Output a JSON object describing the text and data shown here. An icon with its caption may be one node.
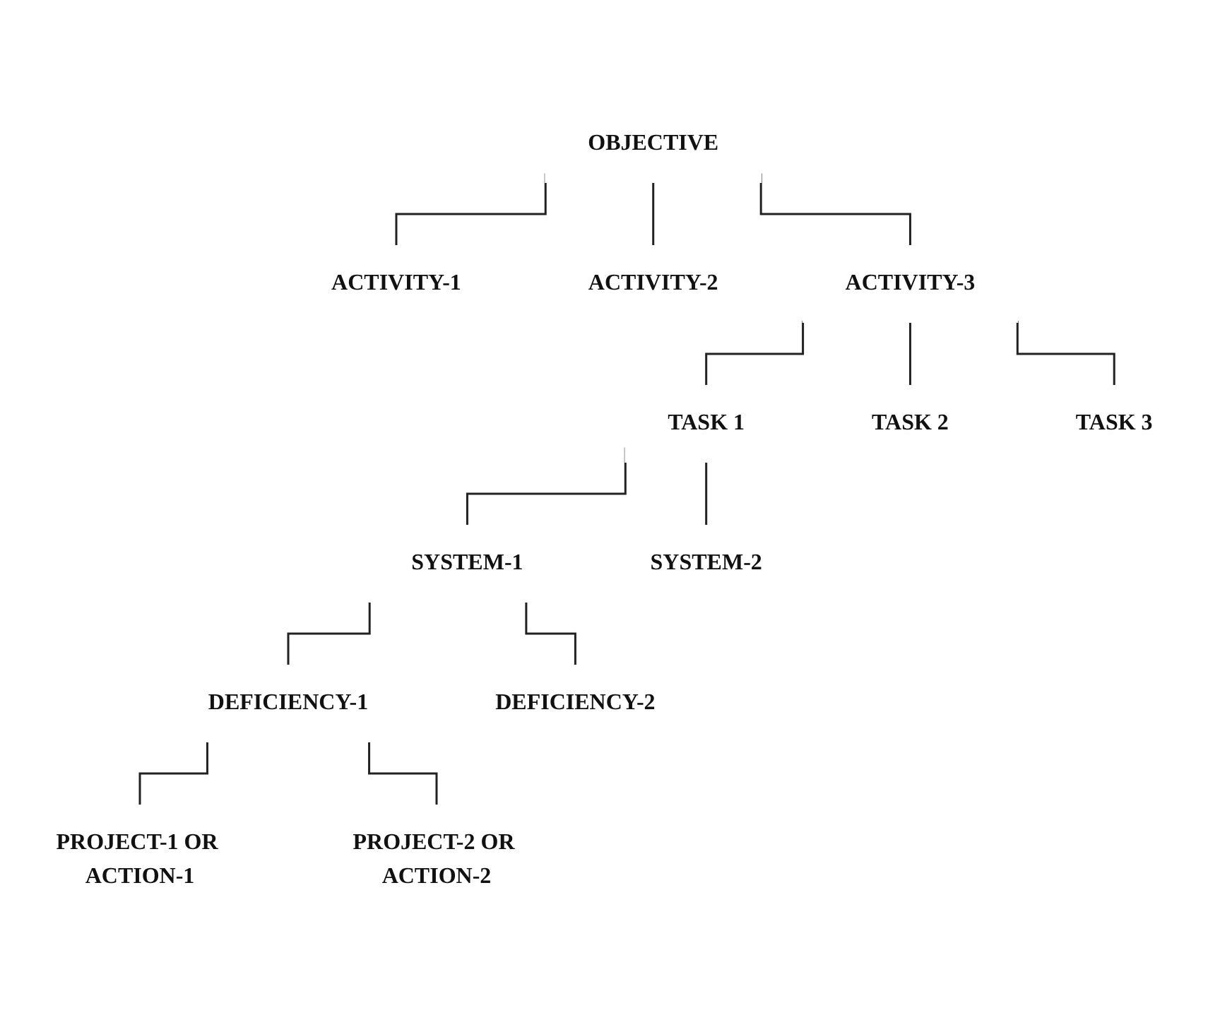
{
  "diagram": {
    "nodes": [
      {
        "text": [
          "OBJECTIVE"
        ]
      },
      {
        "text": [
          "ACTIVITY-1"
        ]
      },
      {
        "text": [
          "ACTIVITY-2"
        ]
      },
      {
        "text": [
          "ACTIVITY-3"
        ]
      },
      {
        "text": [
          "TASK 1"
        ]
      },
      {
        "text": [
          "TASK 2"
        ]
      },
      {
        "text": [
          "TASK 3"
        ]
      },
      {
        "text": [
          "SYSTEM-1"
        ]
      },
      {
        "text": [
          "SYSTEM-2"
        ]
      },
      {
        "text": [
          "DEFICIENCY-1"
        ]
      },
      {
        "text": [
          "DEFICIENCY-2"
        ]
      },
      {
        "text": [
          "PROJECT-1 OR ACTION-1"
        ]
      },
      {
        "text": [
          "PROJECT-2 OR ACTION-2"
        ]
      }
    ],
    "edges": [
      {
        "from": 0,
        "to": 1,
        "arrow": "none"
      },
      {
        "from": 0,
        "to": 2,
        "arrow": "none"
      },
      {
        "from": 0,
        "to": 3,
        "arrow": "none"
      },
      {
        "from": 3,
        "to": 4,
        "arrow": "none"
      },
      {
        "from": 3,
        "to": 5,
        "arrow": "none"
      },
      {
        "from": 3,
        "to": 6,
        "arrow": "none"
      },
      {
        "from": 4,
        "to": 7,
        "arrow": "none"
      },
      {
        "from": 4,
        "to": 8,
        "arrow": "none"
      },
      {
        "from": 7,
        "to": 9,
        "arrow": "none"
      },
      {
        "from": 7,
        "to": 10,
        "arrow": "none"
      },
      {
        "from": 9,
        "to": 11,
        "arrow": "none"
      },
      {
        "from": 9,
        "to": 12,
        "arrow": "none"
      }
    ]
  }
}
